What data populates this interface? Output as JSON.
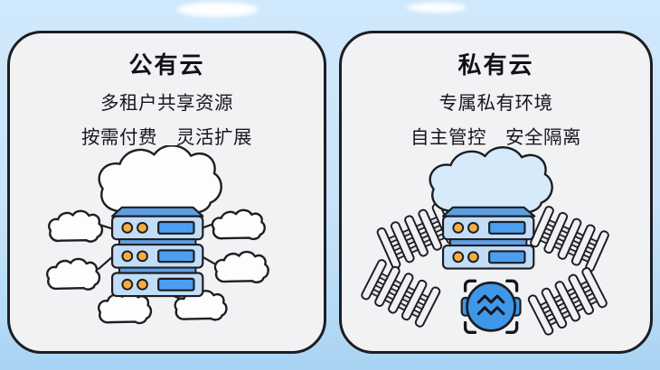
{
  "scene": {
    "sky_top": "#d0e8fb",
    "sky_bottom": "#a9d3f3",
    "background_clouds": 2
  },
  "cards": [
    {
      "id": "public-cloud",
      "title": "公有云",
      "line1": "多租户共享资源",
      "line2": "按需付费　灵活扩展",
      "illustration": "cloud-over-server-rack-linked-to-many-small-clouds"
    },
    {
      "id": "private-cloud",
      "title": "私有云",
      "line1": "专属私有环境",
      "line2": "自主管控　安全隔离",
      "illustration": "blue-cloud-over-server-rack-inside-picket-fence-with-security-seal"
    }
  ],
  "icons": {
    "big_cloud": "cloud-icon",
    "mini_cloud": "mini-cloud-icon",
    "server": "server-stack-icon",
    "fence": "picket-fence-icon",
    "seal": "security-seal-icon"
  },
  "colors": {
    "outline": "#1d1d22",
    "card_bg": "#f1f2f4",
    "cloud_white": "#fdfdfe",
    "cloud_blue": "#d6eaf9",
    "server_body": "#c1ddf7",
    "server_band": "#5e9ee3",
    "server_slot": "#4d9ef0",
    "server_dot": "#f6ad3f",
    "fence_picket": "#f0f1f3",
    "fence_rail": "#e0e3e7",
    "seal_blue": "#3e97e9"
  }
}
